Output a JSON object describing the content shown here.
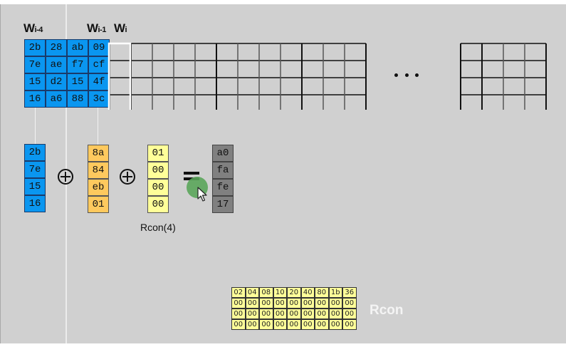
{
  "labels": {
    "w_i_minus_4": "W",
    "w_i_minus_4_sub": "i-4",
    "w_i_minus_1": "W",
    "w_i_minus_1_sub": "i-1",
    "w_i": "W",
    "w_i_sub": "i",
    "rcon4": "Rcon(4)",
    "rcon_table_title": "Rcon",
    "ellipsis": "..."
  },
  "key_block": [
    [
      "2b",
      "28",
      "ab",
      "09"
    ],
    [
      "7e",
      "ae",
      "f7",
      "cf"
    ],
    [
      "15",
      "d2",
      "15",
      "4f"
    ],
    [
      "16",
      "a6",
      "88",
      "3c"
    ]
  ],
  "operation": {
    "w_i_minus_4_column": [
      "2b",
      "7e",
      "15",
      "16"
    ],
    "transformed_w_i_minus_1": [
      "8a",
      "84",
      "eb",
      "01"
    ],
    "rcon_column": [
      "01",
      "00",
      "00",
      "00"
    ],
    "result": [
      "a0",
      "fa",
      "fe",
      "17"
    ],
    "operator_1": "xor",
    "operator_2": "xor",
    "operator_3": "equals"
  },
  "rcon_table": [
    [
      "02",
      "04",
      "08",
      "10",
      "20",
      "40",
      "80",
      "1b",
      "36"
    ],
    [
      "00",
      "00",
      "00",
      "00",
      "00",
      "00",
      "00",
      "00",
      "00"
    ],
    [
      "00",
      "00",
      "00",
      "00",
      "00",
      "00",
      "00",
      "00",
      "00"
    ],
    [
      "00",
      "00",
      "00",
      "00",
      "00",
      "00",
      "00",
      "00",
      "00"
    ]
  ],
  "colors": {
    "key_blue": "#0a96f0",
    "transformed_orange": "#fec95e",
    "rcon_yellow": "#ffff99",
    "result_gray": "#808080",
    "cursor_highlight_green": "#5aa55a",
    "background": "#d0d0d0"
  },
  "icons": {
    "xor": "circled-plus",
    "cursor": "mouse-pointer-arrow"
  }
}
